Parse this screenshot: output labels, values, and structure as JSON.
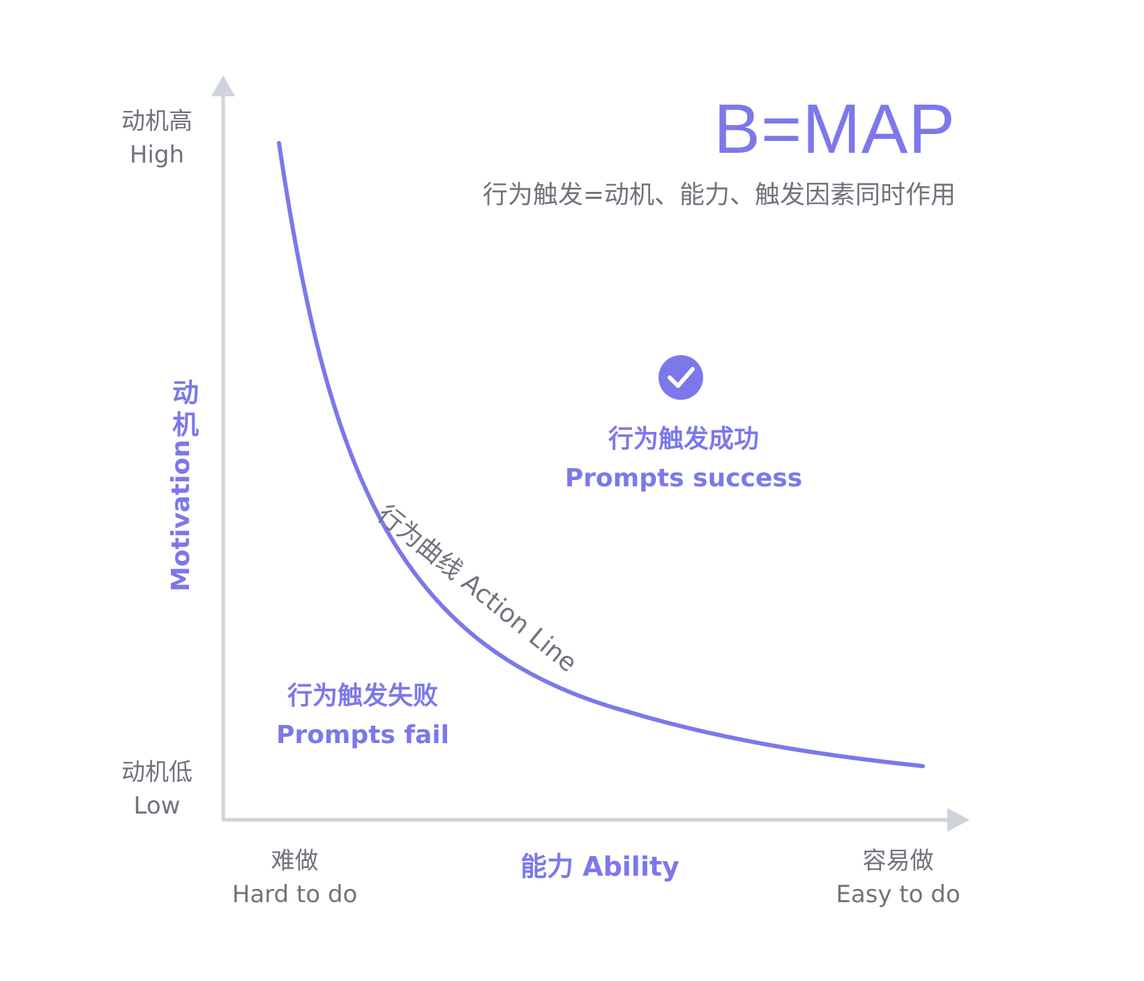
{
  "title": "B=MAP",
  "subtitle": "行为触发=动机、能力、触发因素同时作用",
  "y_axis": {
    "title_zh": "动机",
    "title_en": "Motivation",
    "high_zh": "动机高",
    "high_en": "High",
    "low_zh": "动机低",
    "low_en": "Low"
  },
  "x_axis": {
    "title": "能力 Ability",
    "hard_zh": "难做",
    "hard_en": "Hard to do",
    "easy_zh": "容易做",
    "easy_en": "Easy to do"
  },
  "curve": {
    "label": "行为曲线 Action Line"
  },
  "regions": {
    "success_zh": "行为触发成功",
    "success_en": "Prompts success",
    "fail_zh": "行为触发失败",
    "fail_en": "Prompts fail"
  },
  "icons": {
    "success": "check-circle-icon"
  },
  "colors": {
    "accent": "#7c78ea",
    "axis": "#cfd3dc",
    "text": "#6f737c"
  }
}
